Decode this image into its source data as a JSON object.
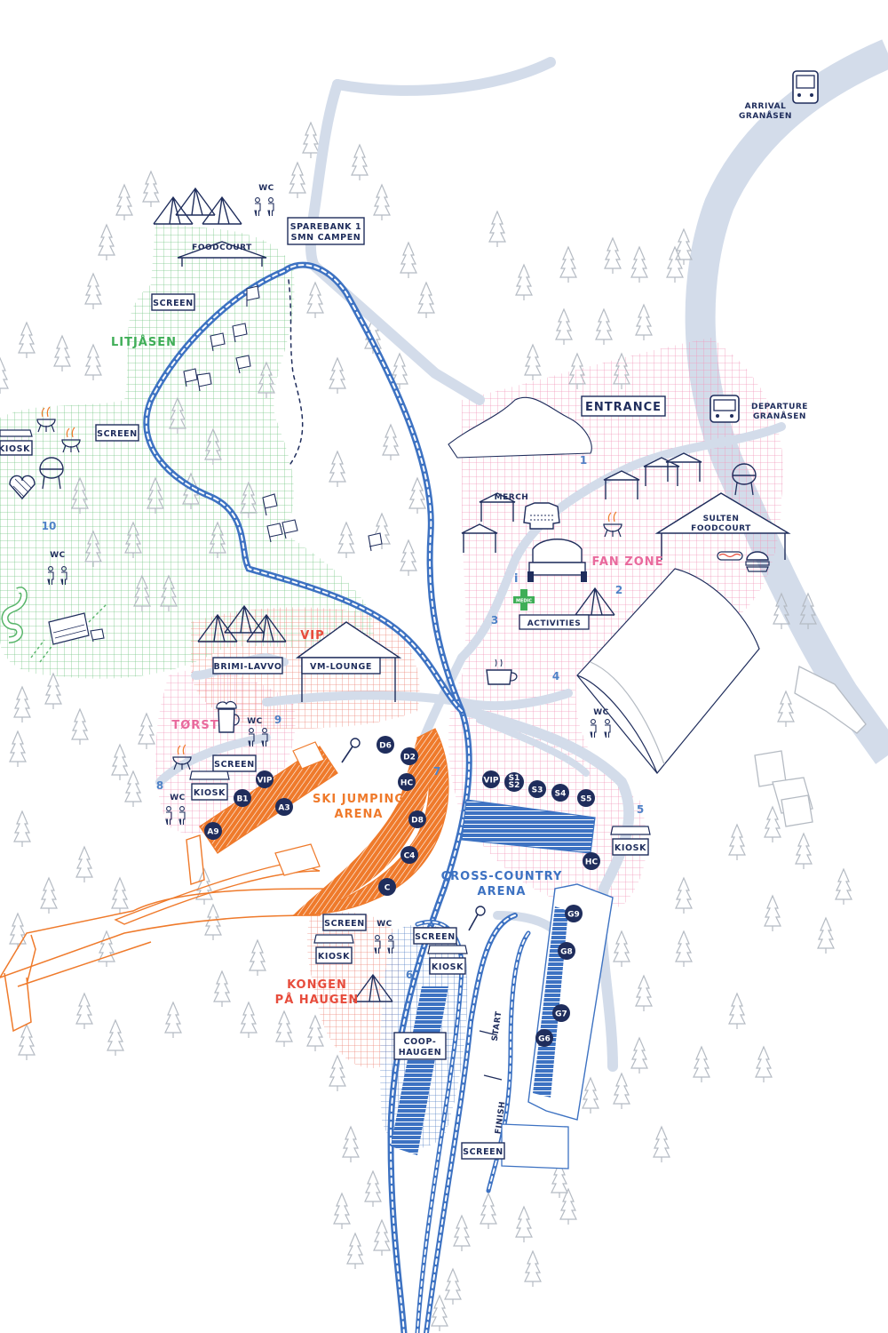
{
  "colors": {
    "navy": "#1f2d5c",
    "road": "#d3dcea",
    "track": "#3d72c2",
    "green_zone": "#58b56a",
    "pink_zone": "#e96a9d",
    "orange_zone": "#ef7a2b",
    "red_zone": "#e74c3c",
    "tree": "#b5bbc3"
  },
  "zones": {
    "litjasen": "LITJÅSEN",
    "fan_zone": "FAN ZONE",
    "vip": "VIP",
    "torst": "TØRST",
    "ski_jumping_arena_1": "SKI JUMPING",
    "ski_jumping_arena_2": "ARENA",
    "cross_country_arena_1": "CROSS-COUNTRY",
    "cross_country_arena_2": "ARENA",
    "kongen_1": "KONGEN",
    "kongen_2": "PÅ HAUGEN"
  },
  "labels": {
    "arrival_1": "ARRIVAL",
    "arrival_2": "GRANÅSEN",
    "departure_1": "DEPARTURE",
    "departure_2": "GRANÅSEN",
    "entrance": "ENTRANCE",
    "sparebank_1": "SPAREBANK 1",
    "sparebank_2": "SMN CAMPEN",
    "foodcourt": "FOODCOURT",
    "screen": "SCREEN",
    "kiosk": "KIOSK",
    "wc": "WC",
    "merch": "MERCH",
    "sulten_1": "SULTEN",
    "sulten_2": "FOODCOURT",
    "activities": "ACTIVITIES",
    "medic": "MEDIC",
    "info": "i",
    "brimi_lavvo": "BRIMI-LAVVO",
    "vm_lounge": "VM-LOUNGE",
    "coop_1": "COOP-",
    "coop_2": "HAUGEN",
    "start": "START",
    "finish": "FINISH"
  },
  "gate_numbers": [
    "1",
    "2",
    "3",
    "4",
    "5",
    "6",
    "7",
    "8",
    "9",
    "10"
  ],
  "ski_jump_seats": [
    "A9",
    "B1",
    "VIP",
    "A3",
    "D6",
    "D2",
    "HC",
    "D8",
    "C4",
    "C"
  ],
  "cross_country_seats": [
    "VIP",
    "S1",
    "S2",
    "S3",
    "S4",
    "S5",
    "HC",
    "G9",
    "G8",
    "G7",
    "G6"
  ],
  "icons": [
    "bus-icon",
    "tent-icon",
    "tree-icon",
    "wc-icon",
    "grill-icon",
    "waffle-icon",
    "coffee-icon",
    "beer-icon",
    "burger-icon",
    "hotdog-icon",
    "sweater-icon",
    "stage-icon",
    "microphone-icon",
    "flag-icon",
    "medic-cross-icon"
  ]
}
